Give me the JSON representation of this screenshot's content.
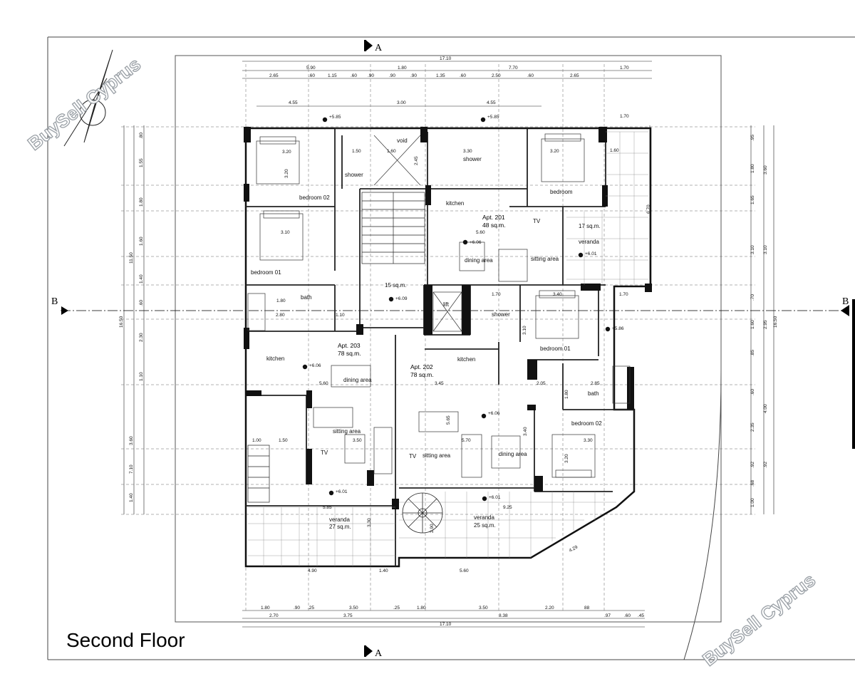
{
  "title": "Second Floor",
  "section_marks": {
    "a_top": "A",
    "a_bottom": "A",
    "b_left": "B",
    "b_right": "B"
  },
  "watermark": "BuySell Cyprus",
  "rooms": {
    "bedroom_02_tl": "bedroom 02",
    "shower_tl": "shower",
    "void": "void",
    "bedroom_01_l": "bedroom 01",
    "bath_l": "bath",
    "kitchen_203": "kitchen",
    "dining_203": "dining area",
    "sitting_203": "sitting area",
    "tv_203": "TV",
    "veranda_203": "veranda",
    "veranda_203_area": "27 sq.m.",
    "shower_tr": "shower",
    "bedroom_tr": "bedroom",
    "kitchen_201": "kitchen",
    "tv_201": "TV",
    "dining_201": "dining area",
    "sitting_201": "sitting area",
    "veranda_201": "veranda",
    "veranda_201_area": "17 sq.m.",
    "lobby_area": "15 sq.m.",
    "lift": "lift",
    "shower_202": "shower",
    "bedroom_01_r": "bedroom 01",
    "kitchen_202": "kitchen",
    "bath_r": "bath",
    "bedroom_02_r": "bedroom 02",
    "tv_202": "TV",
    "sitting_202": "sitting area",
    "dining_202": "dining area",
    "veranda_202": "veranda",
    "veranda_202_area": "25 sq.m."
  },
  "apartments": {
    "apt_201": {
      "name": "Apt. 201",
      "area": "48 sq.m."
    },
    "apt_202": {
      "name": "Apt. 202",
      "area": "78 sq.m."
    },
    "apt_203": {
      "name": "Apt. 203",
      "area": "78 sq.m."
    }
  },
  "levels": {
    "l1": "+5.85",
    "l2": "+5.85",
    "l3": "+6.06",
    "l4": "+6.01",
    "l5": "+6.09",
    "l6": "+6.06",
    "l7": "+5.86",
    "l8": "+6.06",
    "l9": "+6.01",
    "l10": "+6.01"
  },
  "dims_top": {
    "total": "17.10",
    "row2": [
      "5.90",
      "1.80",
      "7.70",
      "1.70"
    ],
    "row3": [
      "2.65",
      ".60",
      "1.15",
      ".60",
      ".90",
      ".90",
      ".90",
      "1.35",
      ".60",
      "2.50",
      ".60",
      "2.65"
    ],
    "row4": [
      "4.55",
      "3.00",
      "4.55"
    ],
    "right_top": "1.70"
  },
  "dims_bottom": {
    "row1": [
      "1.80",
      ".90",
      ".25",
      "3.50",
      ".25",
      "1.80",
      "3.50",
      "2.20",
      "88"
    ],
    "row2": [
      "2.70",
      "3.75",
      "8.38",
      ".97",
      ".60",
      ".45"
    ],
    "total": "17.10",
    "inner1": "4.90",
    "inner2": "1.40",
    "inner3": "5.60"
  },
  "dims_left": {
    "total": "16.50",
    "group1": "11.50",
    "group2": "7.10",
    "segments": [
      ".80",
      "1.55",
      "1.80",
      "1.60",
      "1.40",
      ".60",
      "2.30",
      "1.10",
      "3.60",
      "1.40"
    ]
  },
  "dims_right": {
    "total": "16.50",
    "col_a": [
      ".95",
      "1.80",
      "1.65",
      "3.10",
      ".70",
      "1.60",
      ".85",
      ".60",
      "2.35",
      ".92",
      ".68",
      "1.00"
    ],
    "col_b": [
      "3.60",
      "3.10",
      "2.95",
      "4.00",
      ".92"
    ],
    "col_c": "6.70"
  },
  "dims_inner": {
    "d1": "3.20",
    "d2": "3.20",
    "d3": "1.50",
    "d4": "1.60",
    "d5": "2.45",
    "d6": "3.30",
    "d7": "3.20",
    "d8": "3.10",
    "d9": "1.60",
    "d10": "5.60",
    "d11": "2.80",
    "d12": "1.10",
    "d13": "5.60",
    "d14": "3.45",
    "d15": "2.05",
    "d16": "2.85",
    "d17": "3.30",
    "d18": "5.85",
    "d19": "9.25",
    "d20": "4.29",
    "d21": "3.20",
    "d22": "1.80",
    "d23": "3.10",
    "d24": "5.70",
    "d25": "5.65",
    "d26": "3.50",
    "d27": "1.00",
    "d28": "1.50",
    "d29": "2.90",
    "d30": "3.30",
    "d31": "1.80",
    "d32": "3.40",
    "d33": "1.70",
    "d34": "3.40",
    "d35": "1.70"
  }
}
